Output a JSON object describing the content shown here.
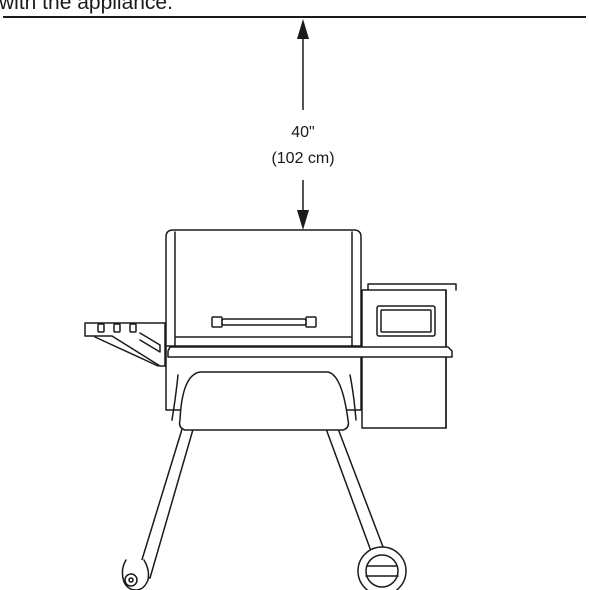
{
  "caption": {
    "text": "with the appliance."
  },
  "dimension": {
    "imperial": "40\"",
    "metric": "(102 cm)"
  },
  "colors": {
    "line": "#1a1a1a",
    "background": "#ffffff"
  }
}
